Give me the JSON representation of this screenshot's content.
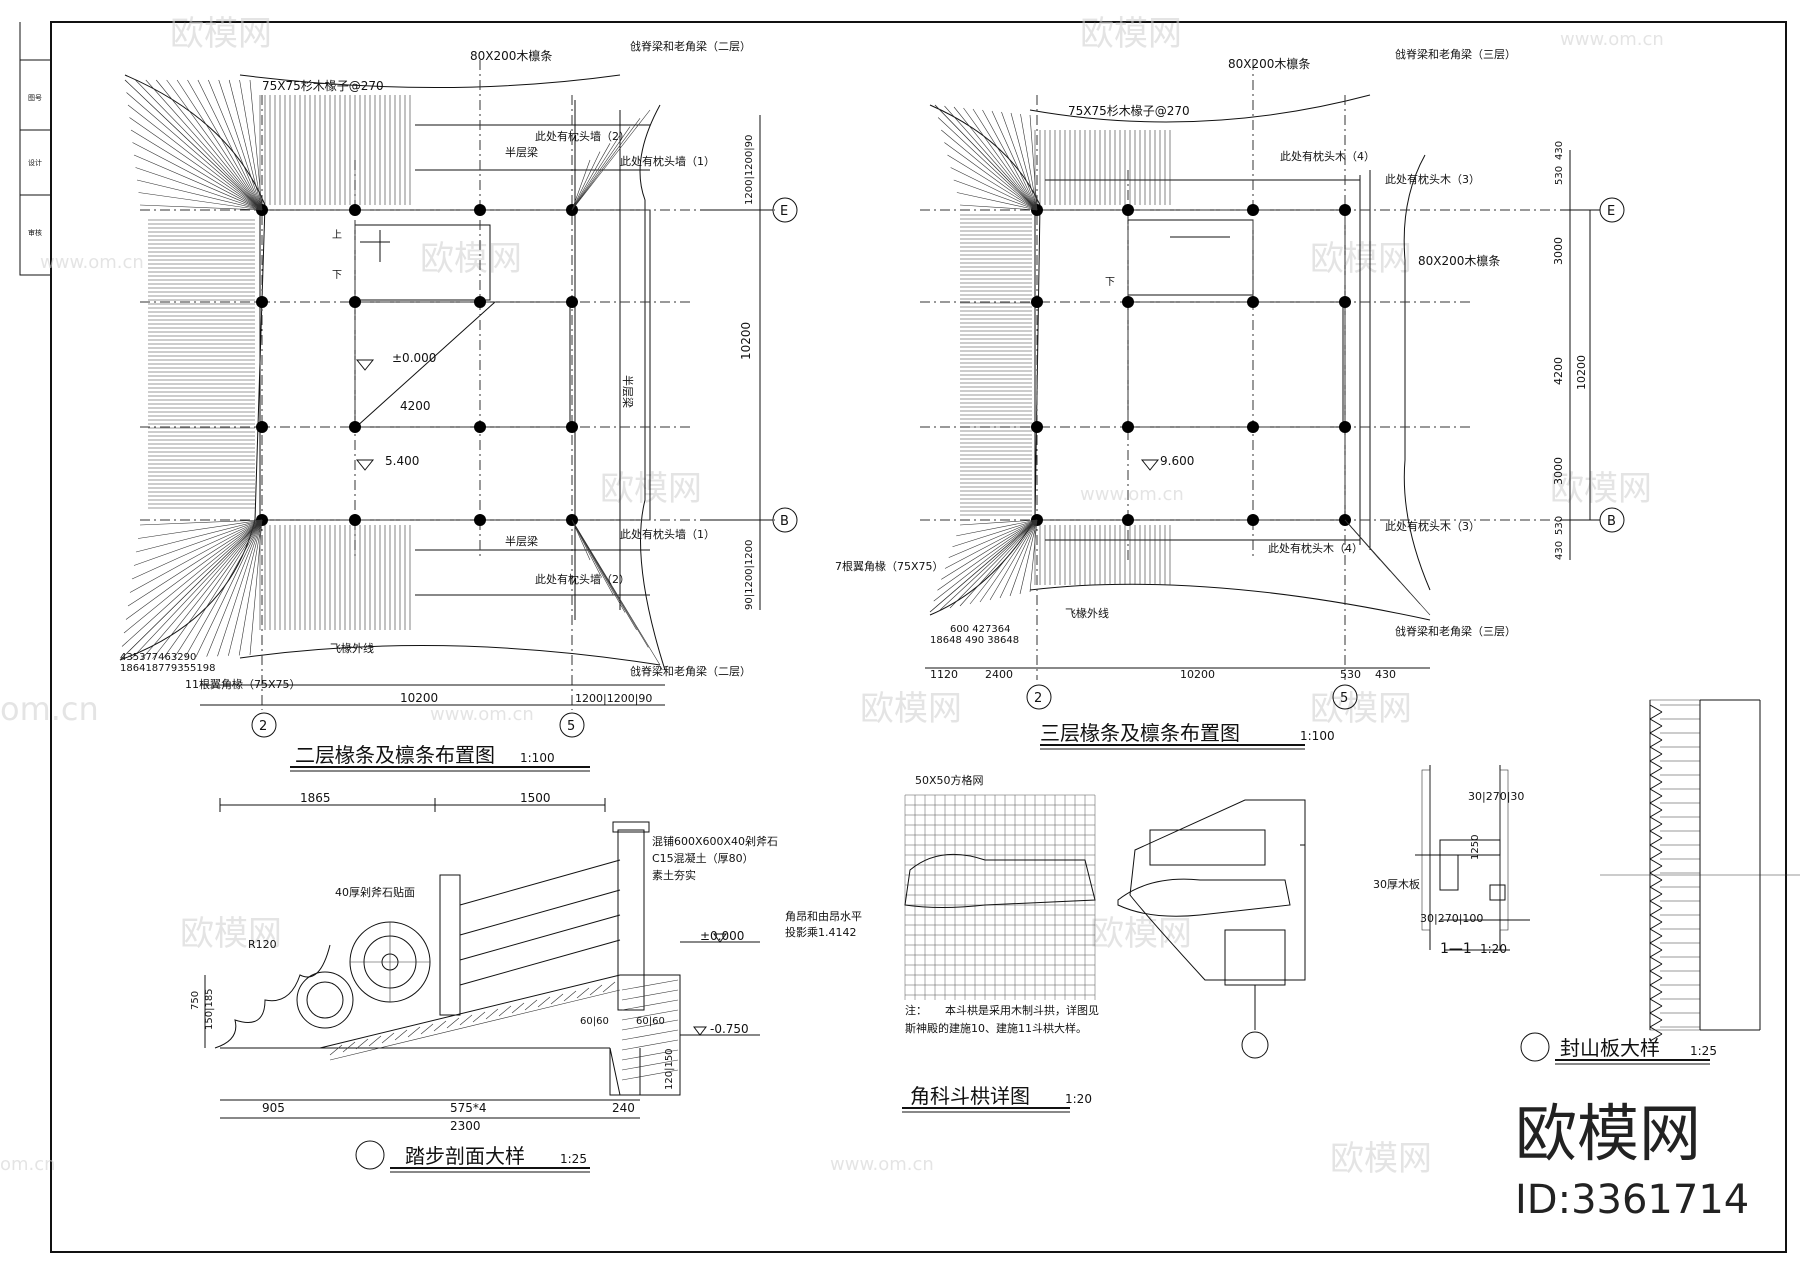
{
  "brand": {
    "name": "欧模网",
    "id": "ID:3361714"
  },
  "watermarks": [
    "欧模网",
    "www.om.cn",
    "om.cn",
    "欧模网",
    "欧模网",
    "欧模网",
    "欧模网",
    "www.om.cn",
    "欧模网",
    "www.om.cn",
    "欧模网",
    "欧模网",
    "www.om.cn",
    "欧模网",
    "欧模网",
    "www.om.cn",
    "om.cn",
    "欧模网"
  ],
  "plan2": {
    "title": "二层椽条及檩条布置图",
    "scale": "1:100",
    "labels": {
      "purlin": "80X200木檩条",
      "rafter": "75X75杉木椽子@270",
      "ridge_top": "戗脊梁和老角梁（二层）",
      "ridge_bottom": "戗脊梁和老角梁（二层）",
      "note1_top": "此处有枕头墙（2）",
      "note2_top": "此处有枕头墙（1）",
      "note1_bot": "此处有枕头墙（1）",
      "note2_bot": "此处有枕头墙（2）",
      "halfbeam_top": "半层梁",
      "halfbeam_bot": "半层梁",
      "halfbeam_side": "半层梁",
      "level_0": "±0.000",
      "level_5": "5.400",
      "dim_4200": "4200",
      "dim_1200": "1200",
      "fly_line": "飞椽外线",
      "corner_rafter": "11根翼角椽（75X75）",
      "corner_dims": "435377463290",
      "corner_dims2": "186418779355198",
      "dim_bottom": "10200",
      "dim_bottom2": "1200|1200|90",
      "dim_right_total": "10200",
      "dim_right_a": "1200|1200|90",
      "dim_right_b": "90|1200|1200",
      "axis_e": "E",
      "axis_b": "B",
      "axis_2": "2",
      "axis_5": "5",
      "stair_up": "上",
      "stair_down": "下"
    }
  },
  "plan3": {
    "title": "三层椽条及檩条布置图",
    "scale": "1:100",
    "labels": {
      "purlin": "80X200木檩条",
      "purlin2": "80X200木檩条",
      "rafter": "75X75杉木椽子@270",
      "ridge_top": "戗脊梁和老角梁（三层）",
      "ridge_bottom": "戗脊梁和老角梁（三层）",
      "note_top1": "此处有枕头木（4）",
      "note_top2": "此处有枕头木（3）",
      "note_bot1": "此处有枕头木（3）",
      "note_bot2": "此处有枕头木（4）",
      "level_9": "9.600",
      "fly_line": "飞椽外线",
      "corner_rafter": "7根翼角椽（75X75）",
      "corner_dims": "600 427364",
      "corner_dims2": "18648 490 38648",
      "dims_bottom": [
        "1120",
        "2400",
        "10200",
        "530",
        "430"
      ],
      "dims_right": [
        "530",
        "430",
        "3000",
        "4200",
        "10200",
        "3000",
        "530",
        "430"
      ],
      "axis_e": "E",
      "axis_b": "B",
      "axis_2": "2",
      "axis_5": "5",
      "stair_down": "下"
    }
  },
  "step": {
    "title": "踏步剖面大样",
    "scale": "1:25",
    "labels": {
      "dim_top_a": "1865",
      "dim_top_b": "1500",
      "stone": "40厚剁斧石贴面",
      "paving": "混铺600X600X40剁斧石",
      "concrete": "C15混凝土（厚80）",
      "soil": "素土夯实",
      "level_0": "±0.000",
      "level_m": "-0.750",
      "r120": "R120",
      "h750": "750",
      "h150": "150|185",
      "d6060a": "60|60",
      "d6060b": "60|60",
      "h120": "120|150",
      "dim_905": "905",
      "dim_575": "575*4",
      "dim_2300": "2300",
      "dim_240": "240"
    }
  },
  "bracket": {
    "title": "角科斗栱详图",
    "scale": "1:20",
    "labels": {
      "grid": "50X50方格网",
      "proj": "角昂和由昂水平",
      "proj2": "投影乘1.4142",
      "note_head": "注：",
      "note1": "本斗栱是采用木制斗拱，详图见",
      "note2": "斯神殿的建施10、建施11斗栱大样。"
    }
  },
  "gable": {
    "title": "封山板大样",
    "scale": "1:25",
    "labels": {
      "section": "1—1",
      "section_scale": "1:20",
      "d_top": "30|270|30",
      "d_side": "1250",
      "thick": "30厚木板",
      "d_bot": "30|270|100"
    }
  },
  "titleblock": {
    "rows": [
      "图号",
      "设计",
      "审核"
    ]
  }
}
